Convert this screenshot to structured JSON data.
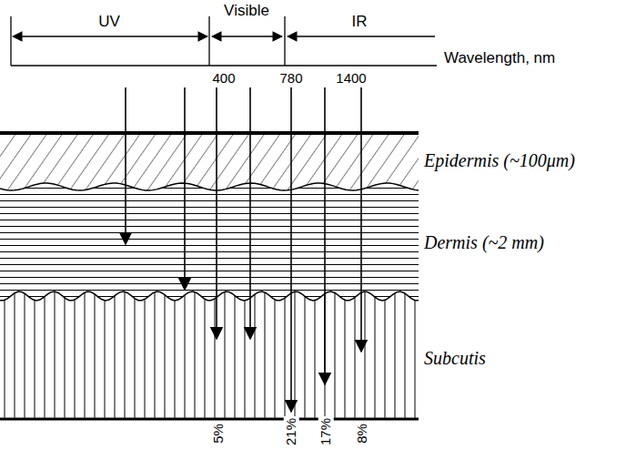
{
  "diagram": {
    "nodes": [
      {
        "text": [
          "Epidermis (~100μm)"
        ]
      },
      {
        "text": [
          "Dermis (~2 mm)"
        ]
      },
      {
        "text": [
          "Subcutis"
        ]
      }
    ],
    "labels": [
      "UV",
      "Visible",
      "IR",
      "Wavelength, nm",
      "400",
      "780",
      "1400",
      "5%",
      "21%",
      "17%",
      "8%"
    ]
  }
}
